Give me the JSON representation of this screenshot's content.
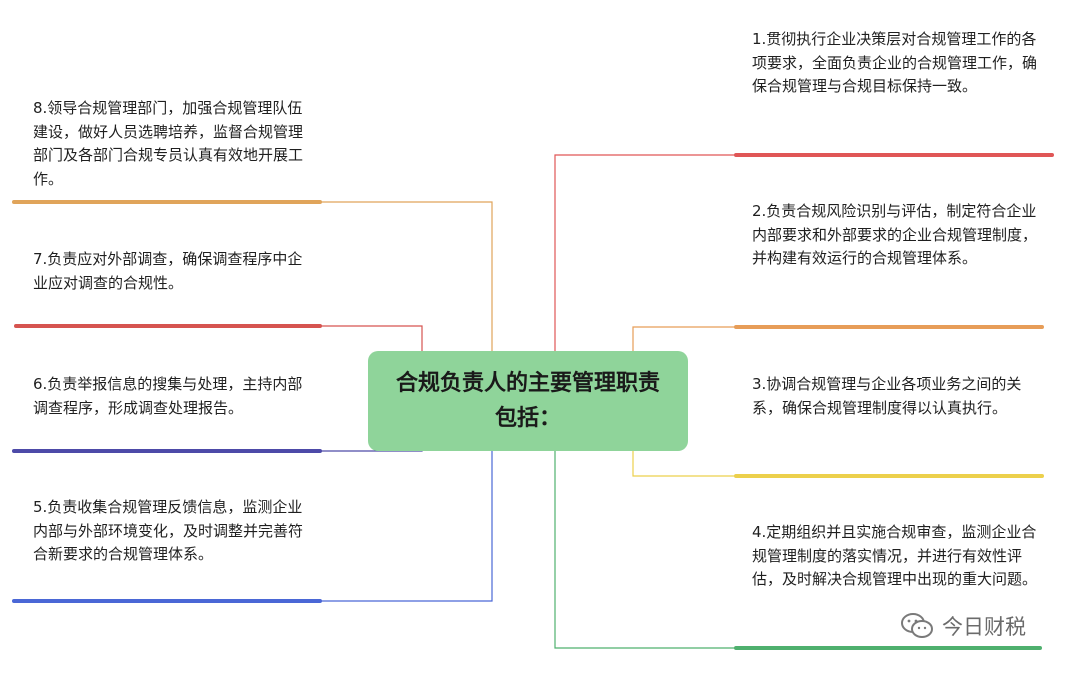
{
  "center": {
    "title": "合规负责人的主要管理职责包括："
  },
  "branches": [
    {
      "label": "1.贯彻执行企业决策层对合规管理工作的各项要求，全面负责企业的合规管理工作，确保合规管理与合规目标保持一致。",
      "color": "#e05656"
    },
    {
      "label": "2.负责合规风险识别与评估，制定符合企业内部要求和外部要求的企业合规管理制度，并构建有效运行的合规管理体系。",
      "color": "#e79d58"
    },
    {
      "label": "3.协调合规管理与企业各项业务之间的关系，确保合规管理制度得以认真执行。",
      "color": "#ecd04c"
    },
    {
      "label": "4.定期组织并且实施合规审查，监测企业合规管理制度的落实情况，并进行有效性评估，及时解决合规管理中出现的重大问题。",
      "color": "#4fb06e"
    },
    {
      "label": "5.负责收集合规管理反馈信息，监测企业内部与外部环境变化，及时调整并完善符合新要求的合规管理体系。",
      "color": "#4a67d6"
    },
    {
      "label": "6.负责举报信息的搜集与处理，主持内部调查程序，形成调查处理报告。",
      "color": "#4d4aa8"
    },
    {
      "label": "7.负责应对外部调查，确保调查程序中企业应对调查的合规性。",
      "color": "#d65450"
    },
    {
      "label": "8.领导合规管理部门，加强合规管理队伍建设，做好人员选聘培养，监督合规管理部门及各部门合规专员认真有效地开展工作。",
      "color": "#e0a45a"
    }
  ],
  "watermark": {
    "text": "今日财税",
    "icon": "wechat-icon"
  }
}
